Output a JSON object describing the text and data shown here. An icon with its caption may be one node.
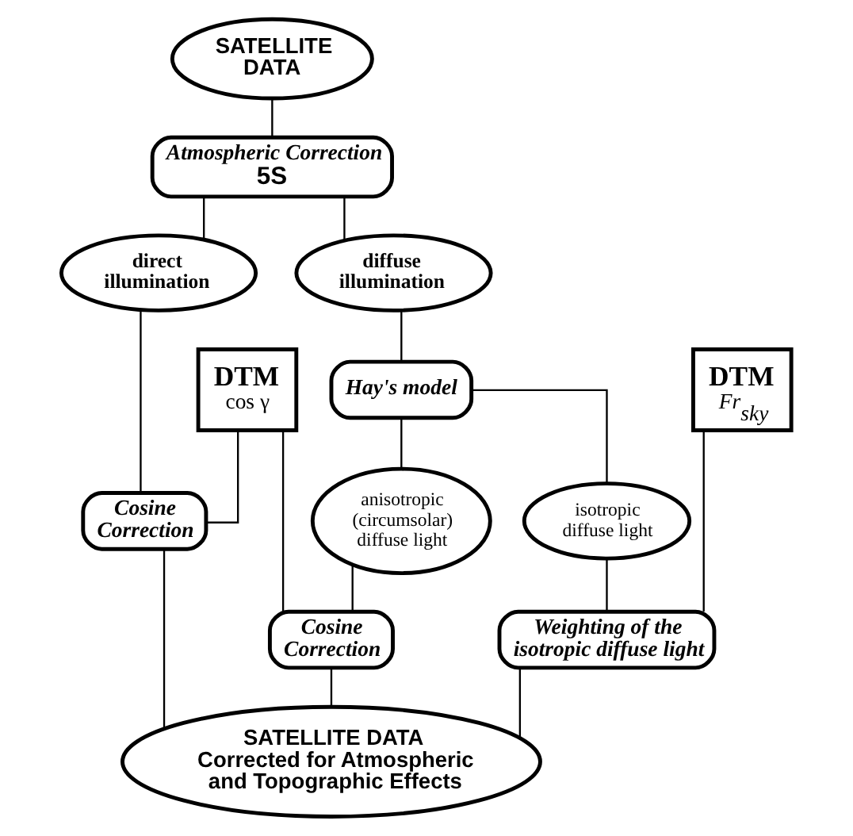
{
  "diagram": {
    "nodes": [
      {
        "text": [
          "SATELLITE DATA"
        ]
      },
      {
        "text": [
          "Atmospheric Correction",
          "5S"
        ]
      },
      {
        "text": [
          "direct illumination"
        ]
      },
      {
        "text": [
          "diffuse illumination"
        ]
      },
      {
        "text": [
          "DTM",
          "Fr$_{sky}$"
        ]
      },
      {
        "text": [
          "Hay's model"
        ]
      },
      {
        "text": [
          "DTM",
          "cos γ"
        ]
      },
      {
        "text": [
          "Cosine Correction"
        ]
      },
      {
        "text": [
          "anisotropic (circumsolar) diffuse light"
        ]
      },
      {
        "text": [
          "isotropic diffuse light"
        ]
      },
      {
        "text": [
          "Cosine Correction"
        ]
      },
      {
        "text": [
          "Weighting of the isotropic diffuse light"
        ]
      },
      {
        "text": [
          "SATELLITE DATA",
          "Corrected for Atmospheric and Topographic Effects"
        ]
      }
    ],
    "edges": [
      {
        "from": 0,
        "to": 1,
        "arrow": "none"
      },
      {
        "from": 1,
        "to": 2,
        "arrow": "none"
      },
      {
        "from": 1,
        "to": 3,
        "arrow": "none"
      },
      {
        "from": 3,
        "to": 5,
        "arrow": "none"
      },
      {
        "from": 5,
        "to": 8,
        "arrow": "none"
      },
      {
        "from": 5,
        "to": 9,
        "arrow": "none"
      },
      {
        "from": 2,
        "to": 7,
        "arrow": "none"
      },
      {
        "from": 6,
        "to": 7,
        "arrow": "none"
      },
      {
        "from": 6,
        "to": 10,
        "arrow": "none"
      },
      {
        "from": 8,
        "to": 10,
        "arrow": "none"
      },
      {
        "from": 9,
        "to": 11,
        "arrow": "none"
      },
      {
        "from": 4,
        "to": 11,
        "arrow": "none"
      },
      {
        "from": 7,
        "to": 12,
        "arrow": "none"
      },
      {
        "from": 10,
        "to": 12,
        "arrow": "none"
      },
      {
        "from": 11,
        "to": 12,
        "arrow": "none"
      }
    ]
  }
}
